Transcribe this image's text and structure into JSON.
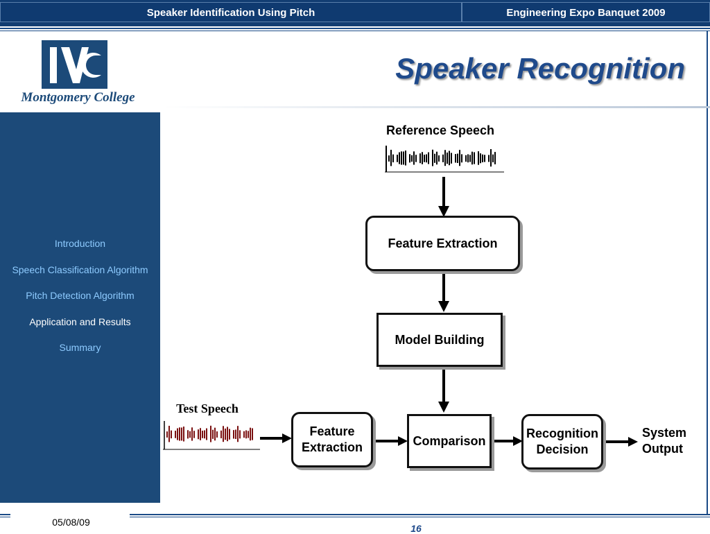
{
  "header": {
    "left_title": "Speaker Identification Using Pitch",
    "right_title": "Engineering Expo Banquet 2009"
  },
  "logo": {
    "name": "Montgomery College"
  },
  "slide": {
    "title": "Speaker Recognition"
  },
  "sidebar": {
    "items": [
      {
        "label": "Introduction",
        "active": false
      },
      {
        "label": "Speech Classification Algorithm",
        "active": false
      },
      {
        "label": "Pitch Detection Algorithm",
        "active": false
      },
      {
        "label": "Application and Results",
        "active": true
      },
      {
        "label": "Summary",
        "active": false
      }
    ]
  },
  "diagram": {
    "reference_speech": "Reference Speech",
    "feature_extraction_top": "Feature Extraction",
    "model_building": "Model Building",
    "test_speech": "Test Speech",
    "feature_extraction_bottom": "Feature\nExtraction",
    "comparison": "Comparison",
    "recognition_decision": "Recognition\nDecision",
    "system_output": "System\nOutput"
  },
  "footer": {
    "date": "05/08/09",
    "page": "16"
  },
  "colors": {
    "navy": "#123d72",
    "sidebar": "#1c4a79",
    "title": "#1f4a8b",
    "nav_link": "#8ecbff",
    "test_wave": "#7a1010"
  }
}
